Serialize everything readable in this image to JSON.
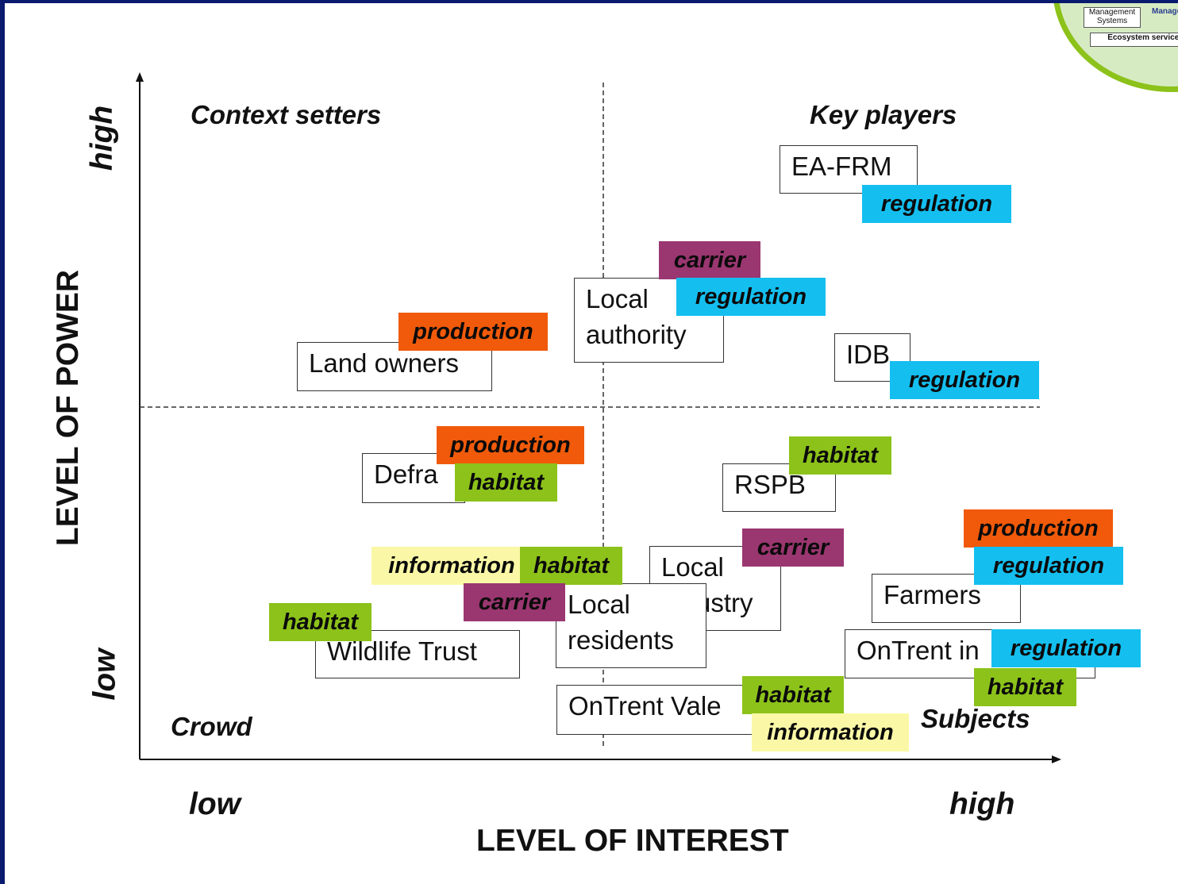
{
  "quadrants": {
    "top_left": "Context setters",
    "top_right": "Key players",
    "bottom_left": "Crowd",
    "bottom_right": "Subjects"
  },
  "axes": {
    "y_label": "LEVEL OF POWER",
    "y_high": "high",
    "y_low": "low",
    "x_label": "LEVEL OF INTEREST",
    "x_low": "low",
    "x_high": "high"
  },
  "stakeholders": {
    "ea_frm": "EA-FRM",
    "local_authority_line1": "Local",
    "local_authority_line2": "authority",
    "land_owners": "Land owners",
    "idb": "IDB",
    "defra": "Defra",
    "rspb": "RSPB",
    "local_industry_line1": "Local",
    "local_industry_line2": "industry",
    "local_residents_line1": "Local",
    "local_residents_line2": "residents",
    "farmers": "Farmers",
    "wildlife_trust": "Wildlife Trust",
    "ontrent_in": "OnTrent in",
    "ontrent_vale": "OnTrent Vale"
  },
  "tags": {
    "production": "production",
    "regulation": "regulation",
    "carrier": "carrier",
    "habitat": "habitat",
    "information": "information"
  },
  "tag_colors": {
    "production": "#f05a0a",
    "regulation": "#14bff0",
    "carrier": "#9a3670",
    "habitat": "#8cc21a",
    "information": "#faf8a6"
  },
  "logo": {
    "management_systems": "Management Systems",
    "manage": "Manage",
    "ecosystem_services": "Ecosystem services"
  }
}
